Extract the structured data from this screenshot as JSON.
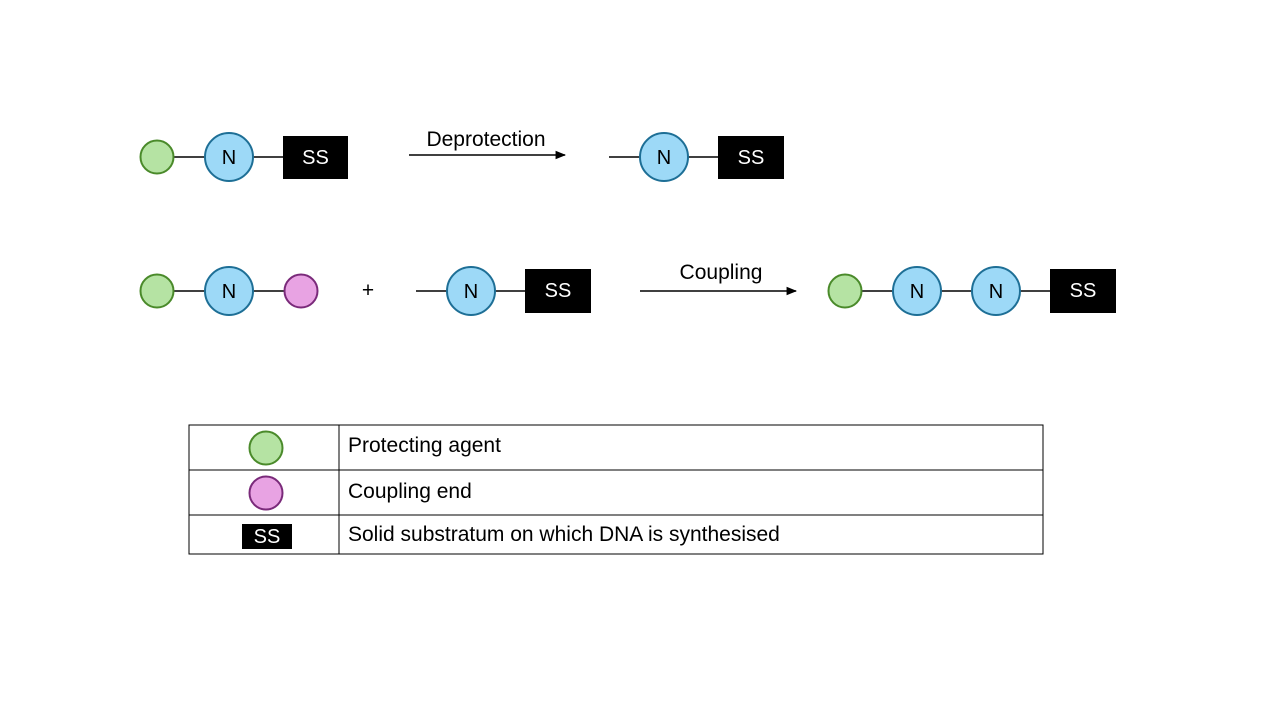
{
  "colors": {
    "protecting_fill": "#b5e3a3",
    "protecting_stroke": "#4a8a2a",
    "nucleotide_fill": "#9dd9f7",
    "nucleotide_stroke": "#1e6f96",
    "coupling_fill": "#e8a3e3",
    "coupling_stroke": "#7a2a7a",
    "substratum_fill": "#000000",
    "substratum_text": "#ffffff"
  },
  "nucleotide_label": "N",
  "substratum_label": "SS",
  "plus_sign": "+",
  "reactions": {
    "deprotection_label": "Deprotection",
    "coupling_label": "Coupling"
  },
  "legend": [
    {
      "symbol": "protecting-agent",
      "text": "Protecting agent"
    },
    {
      "symbol": "coupling-end",
      "text": "Coupling end"
    },
    {
      "symbol": "solid-substratum",
      "text": "Solid substratum on which DNA is synthesised"
    }
  ]
}
